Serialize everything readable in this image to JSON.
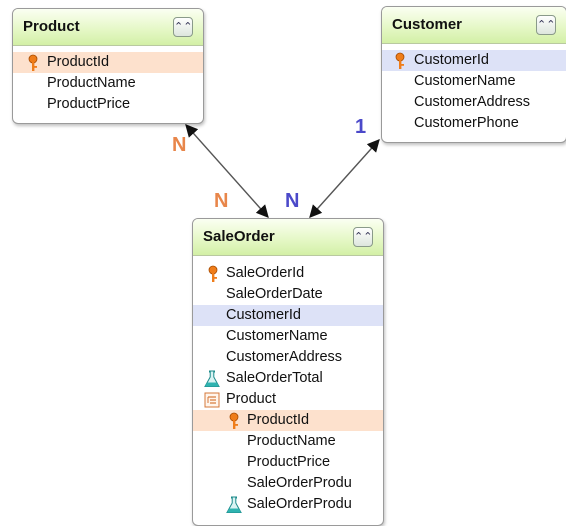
{
  "product": {
    "title": "Product",
    "attributes": [
      {
        "name": "ProductId",
        "key": "primary"
      },
      {
        "name": "ProductName"
      },
      {
        "name": "ProductPrice"
      }
    ]
  },
  "customer": {
    "title": "Customer",
    "attributes": [
      {
        "name": "CustomerId",
        "key": "primary"
      },
      {
        "name": "CustomerName"
      },
      {
        "name": "CustomerAddress"
      },
      {
        "name": "CustomerPhone"
      }
    ]
  },
  "saleorder": {
    "title": "SaleOrder",
    "attributes": [
      {
        "name": "SaleOrderId",
        "key": "primary"
      },
      {
        "name": "SaleOrderDate"
      },
      {
        "name": "CustomerId",
        "key": "foreign"
      },
      {
        "name": "CustomerName"
      },
      {
        "name": "CustomerAddress"
      },
      {
        "name": "SaleOrderTotal",
        "icon": "formula-flask-icon"
      },
      {
        "name": "Product",
        "icon": "subtype-level-icon"
      },
      {
        "name": "ProductId",
        "key": "primary"
      },
      {
        "name": "ProductName"
      },
      {
        "name": "ProductPrice"
      },
      {
        "name": "SaleOrderProdu"
      },
      {
        "name": "SaleOrderProdu",
        "icon": "formula-flask-icon"
      }
    ]
  },
  "relations": {
    "product_end": "N",
    "saleorder_product_end": "N",
    "saleorder_customer_end": "N",
    "customer_end": "1"
  },
  "colors": {
    "cardinality_product": "#e8864a",
    "cardinality_customer": "#4b49c9",
    "primary_key_row": "#fde1cd",
    "foreign_key_row": "#dde2f7",
    "header_green": "#d3f0a6"
  },
  "icons": {
    "primary_key": "key-icon",
    "collapse": "collapse-chevron-up-icon"
  }
}
